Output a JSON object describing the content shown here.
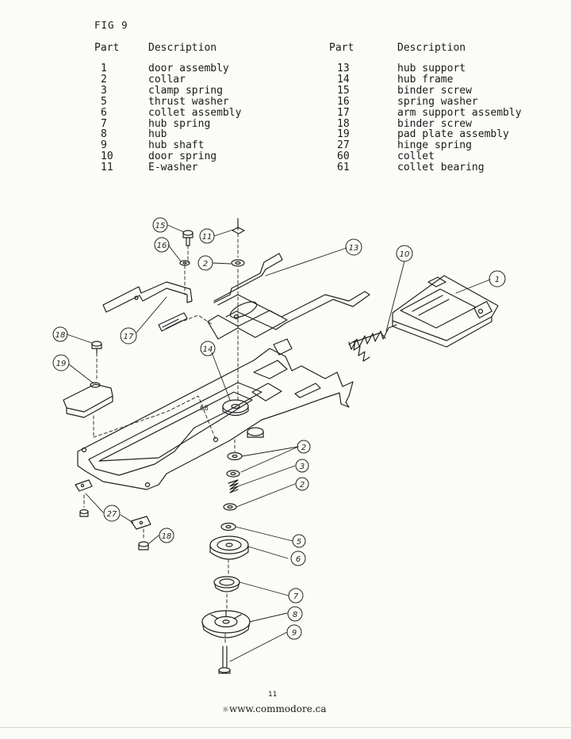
{
  "figure_title": "FIG   9",
  "headers": {
    "part": "Part",
    "description": "Description"
  },
  "parts_left": [
    {
      "num": "1",
      "desc": "door assembly"
    },
    {
      "num": "2",
      "desc": "collar"
    },
    {
      "num": "3",
      "desc": "clamp spring"
    },
    {
      "num": "5",
      "desc": "thrust washer"
    },
    {
      "num": "6",
      "desc": "collet assembly"
    },
    {
      "num": "7",
      "desc": "hub spring"
    },
    {
      "num": "8",
      "desc": "hub"
    },
    {
      "num": "9",
      "desc": "hub shaft"
    },
    {
      "num": "10",
      "desc": "door spring"
    },
    {
      "num": "11",
      "desc": "E-washer"
    }
  ],
  "parts_right": [
    {
      "num": "13",
      "desc": "hub support"
    },
    {
      "num": "14",
      "desc": "hub frame"
    },
    {
      "num": "15",
      "desc": "binder screw"
    },
    {
      "num": "16",
      "desc": "spring washer"
    },
    {
      "num": "17",
      "desc": "arm support assembly"
    },
    {
      "num": "18",
      "desc": "binder screw"
    },
    {
      "num": "19",
      "desc": "pad plate assembly"
    },
    {
      "num": "27",
      "desc": "hinge spring"
    },
    {
      "num": "60",
      "desc": "collet"
    },
    {
      "num": "61",
      "desc": "collet bearing"
    }
  ],
  "callouts": [
    "15",
    "11",
    "16",
    "2",
    "13",
    "10",
    "1",
    "17",
    "18",
    "19",
    "14",
    "2",
    "3",
    "2",
    "27",
    "18",
    "5",
    "6",
    "7",
    "8",
    "9"
  ],
  "frame_marking": "68",
  "page_number": "11",
  "footer_url": "www.commodore.ca"
}
